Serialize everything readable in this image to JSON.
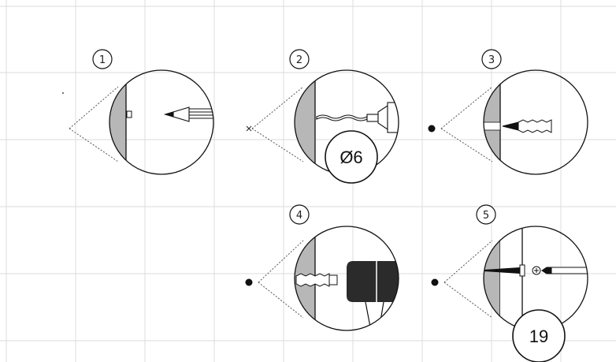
{
  "steps": [
    {
      "number": "1",
      "action": "mark-with-pencil",
      "marker": "dot"
    },
    {
      "number": "2",
      "action": "drill-hole",
      "marker": "cross",
      "badge": "Ø6"
    },
    {
      "number": "3",
      "action": "insert-wall-plug",
      "marker": "dot"
    },
    {
      "number": "4",
      "action": "hammer-in-plug",
      "marker": "dot"
    },
    {
      "number": "5",
      "action": "screw-in",
      "marker": "dot",
      "badge": "19"
    }
  ],
  "colors": {
    "background": "#ffffff",
    "tile_grid": "#e2e2e2",
    "wall": "#b7b7b7",
    "line": "#111111",
    "hammer": "#2b2b2b"
  }
}
